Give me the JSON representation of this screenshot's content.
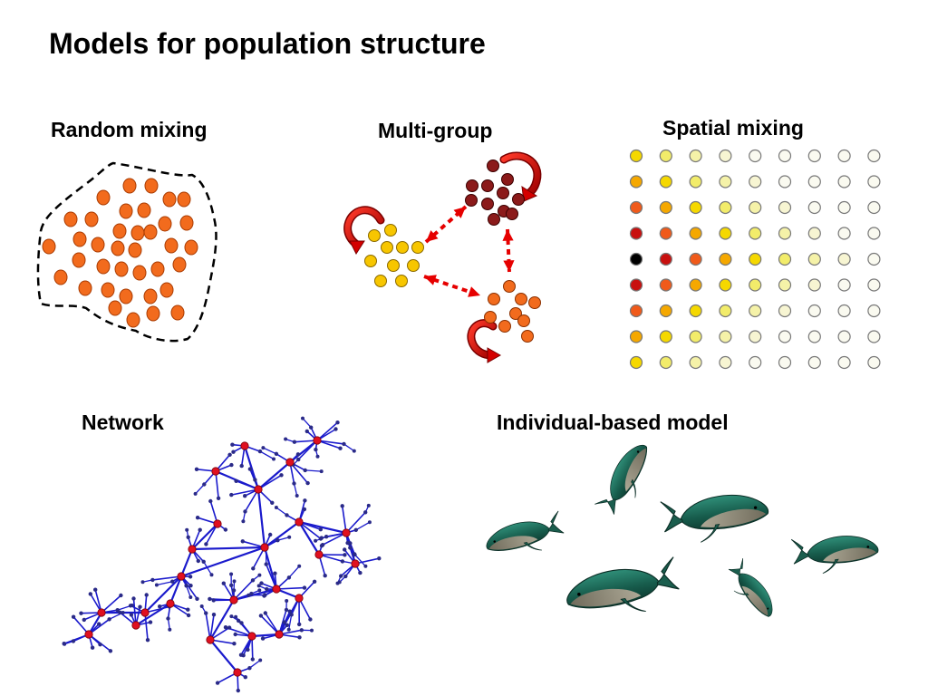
{
  "slide": {
    "title": "Models for population structure"
  },
  "panels": {
    "random_mixing": {
      "label": "Random mixing",
      "dot_color": "#f26b1d"
    },
    "multi_group": {
      "label": "Multi-group",
      "group_colors": [
        "#f7c600",
        "#8b1a1a",
        "#f26b1d"
      ],
      "arrow_color": "#e60000"
    },
    "spatial_mixing": {
      "label": "Spatial mixing",
      "rows": 9,
      "cols": 9,
      "palette": [
        "#000000",
        "#c8100f",
        "#f05a1a",
        "#f5a800",
        "#f5d800",
        "#f2ec6a",
        "#f5f2a8",
        "#f7f5d2",
        "#fafaf0"
      ]
    },
    "network": {
      "label": "Network",
      "edge_color": "#1a1acc",
      "node_color": "#e01020"
    },
    "individual_based": {
      "label": "Individual-based model",
      "icon": "whale-icon"
    }
  }
}
